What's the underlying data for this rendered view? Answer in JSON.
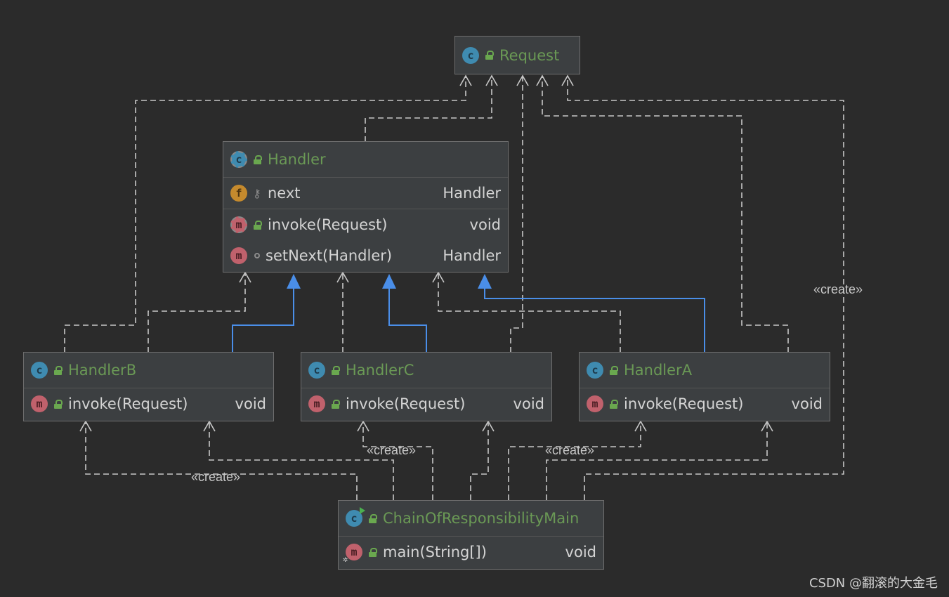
{
  "classes": {
    "request": {
      "name": "Request"
    },
    "handler": {
      "name": "Handler",
      "field": {
        "name": "next",
        "type": "Handler"
      },
      "methods": [
        {
          "name": "invoke(Request)",
          "type": "void"
        },
        {
          "name": "setNext(Handler)",
          "type": "Handler"
        }
      ]
    },
    "handlerB": {
      "name": "HandlerB",
      "method": {
        "name": "invoke(Request)",
        "type": "void"
      }
    },
    "handlerC": {
      "name": "HandlerC",
      "method": {
        "name": "invoke(Request)",
        "type": "void"
      }
    },
    "handlerA": {
      "name": "HandlerA",
      "method": {
        "name": "invoke(Request)",
        "type": "void"
      }
    },
    "main": {
      "name": "ChainOfResponsibilityMain",
      "method": {
        "name": "main(String[])",
        "type": "void"
      }
    }
  },
  "badges": {
    "class": "c",
    "method": "m",
    "field": "f"
  },
  "labels": {
    "create": "«create»"
  },
  "watermark": "CSDN @翻滚的大金毛",
  "colors": {
    "background": "#2b2b2b",
    "box": "#3c3f41",
    "classname": "#6a9955",
    "inheritance": "#4a8ee8",
    "dependency": "#c8c8c8"
  }
}
